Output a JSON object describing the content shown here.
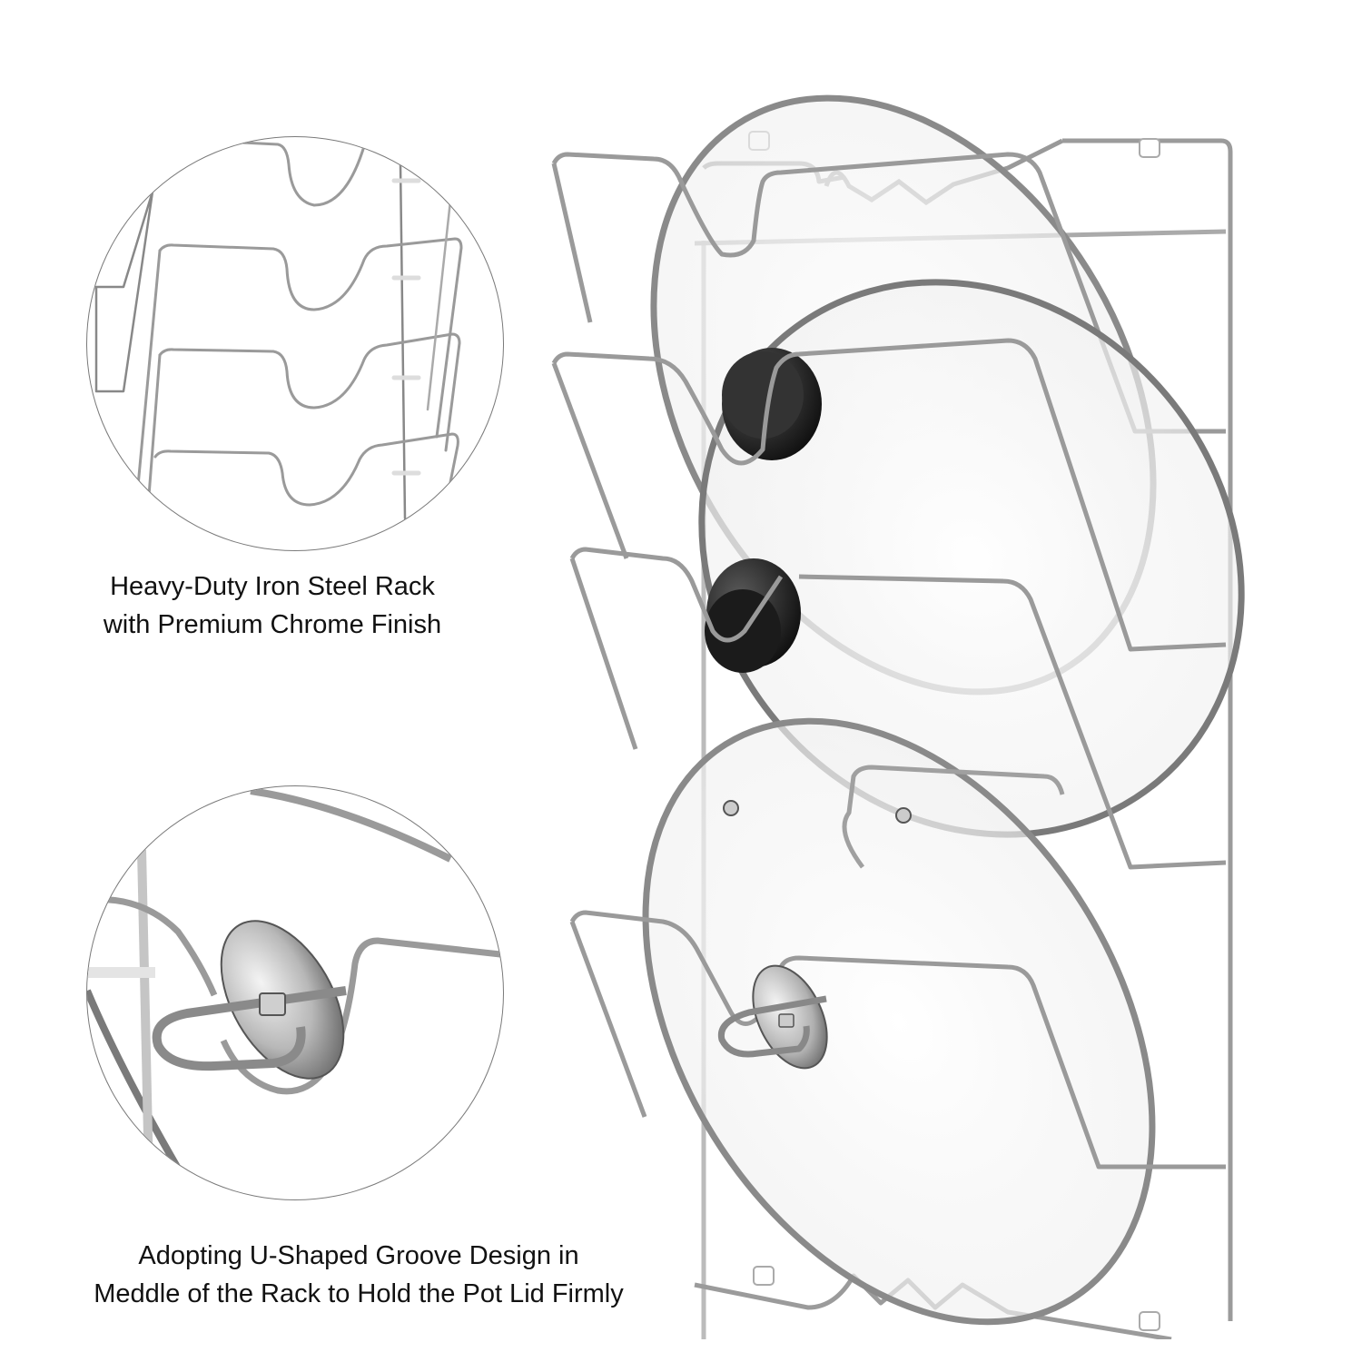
{
  "image": {
    "subject": "Wall-mounted pot lid organizer rack holding three glass pot lids",
    "colors": {
      "background": "#ffffff",
      "chrome": "#a8a8a8",
      "chrome_dark": "#4a4a4a",
      "knob": "#1f1f1f",
      "text": "#111111"
    }
  },
  "details": [
    {
      "name": "rack-detail",
      "icon": "wire-rack-closeup",
      "caption_lines": [
        "Heavy-Duty Iron Steel Rack",
        "with Premium Chrome Finish"
      ]
    },
    {
      "name": "groove-detail",
      "icon": "u-groove-closeup",
      "caption_lines": [
        "Adopting U-Shaped Groove Design in",
        "Meddle of the Rack to Hold the Pot Lid Firmly"
      ]
    }
  ]
}
